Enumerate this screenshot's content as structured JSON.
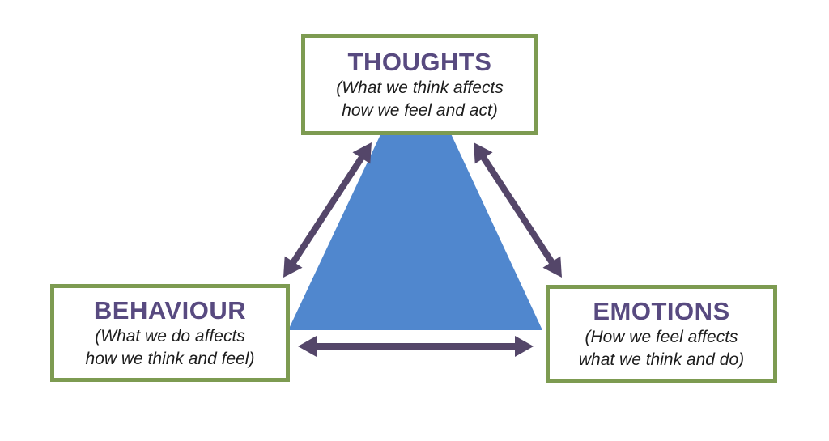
{
  "boxes": {
    "thoughts": {
      "title": "THOUGHTS",
      "subtitle_line1": "(What we think affects",
      "subtitle_line2": "how we feel and act)"
    },
    "behaviour": {
      "title": "BEHAVIOUR",
      "subtitle_line1": "(What we do affects",
      "subtitle_line2": "how we think and feel)"
    },
    "emotions": {
      "title": "EMOTIONS",
      "subtitle_line1": "(How we feel affects",
      "subtitle_line2": "what we think and do)"
    }
  },
  "colors": {
    "background": "#ffffff",
    "box_border_green": "#7d9b51",
    "title_purple": "#584a80",
    "subtitle_black": "#1d1d1d",
    "triangle_blue": "#5087ce",
    "arrow_purple": "#544669"
  }
}
